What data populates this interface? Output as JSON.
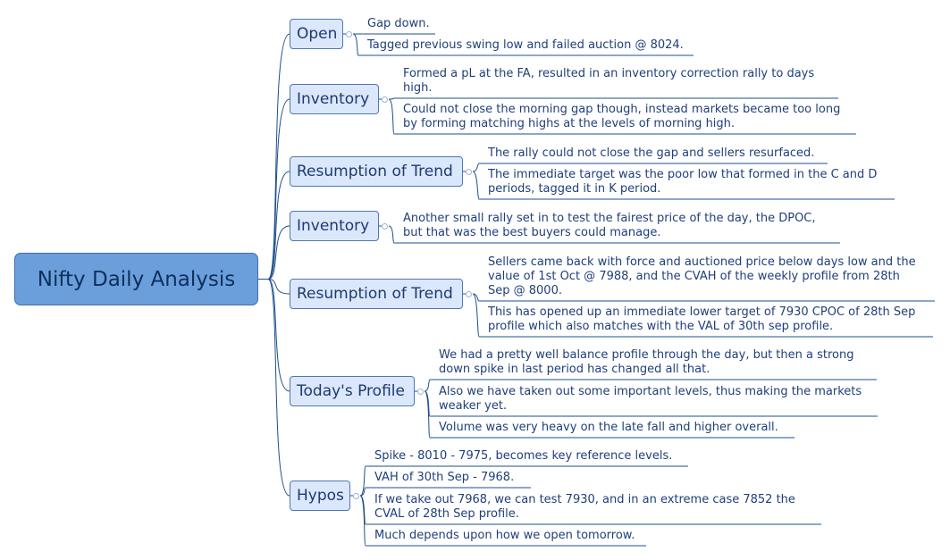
{
  "root": {
    "label": "Nifty Daily Analysis"
  },
  "branches": [
    {
      "label": "Open",
      "leaves": [
        [
          "Gap down."
        ],
        [
          "Tagged previous swing low and failed auction @ 8024."
        ]
      ]
    },
    {
      "label": "Inventory",
      "leaves": [
        [
          "Formed a pL at the FA, resulted in an inventory correction rally to days",
          "high."
        ],
        [
          "Could not close the morning gap though, instead markets became too long",
          "by forming matching highs at the levels of morning high."
        ]
      ]
    },
    {
      "label": "Resumption of Trend",
      "leaves": [
        [
          "The rally could not close the gap and sellers resurfaced."
        ],
        [
          "The immediate target was the poor low that formed in the C and D",
          "periods, tagged it in K period."
        ]
      ]
    },
    {
      "label": "Inventory",
      "leaves": [
        [
          "Another small rally set in to test the fairest price of the day, the DPOC,",
          "but that was the best buyers could manage."
        ]
      ]
    },
    {
      "label": "Resumption of Trend",
      "leaves": [
        [
          "Sellers came back with force and auctioned price below days low and the",
          "value of 1st Oct @ 7988, and the CVAH of the weekly profile from 28th",
          "Sep @ 8000."
        ],
        [
          "This has opened up an immediate lower target of 7930 CPOC of 28th Sep",
          "profile which also matches with the VAL of 30th sep profile."
        ]
      ]
    },
    {
      "label": "Today's Profile",
      "leaves": [
        [
          "We had a pretty well balance profile through the day, but then a strong",
          "down spike in last period has changed all that."
        ],
        [
          "Also we have taken out some important levels, thus making the markets",
          "weaker yet."
        ],
        [
          "Volume was very heavy on the late fall and higher overall."
        ]
      ]
    },
    {
      "label": "Hypos",
      "leaves": [
        [
          "Spike - 8010 - 7975, becomes key reference levels."
        ],
        [
          "VAH of 30th Sep - 7968."
        ],
        [
          "If we take out 7968, we can test 7930, and in an extreme case 7852 the",
          "CVAL of 28th Sep profile."
        ],
        [
          "Much depends upon how we open tomorrow."
        ]
      ]
    }
  ]
}
